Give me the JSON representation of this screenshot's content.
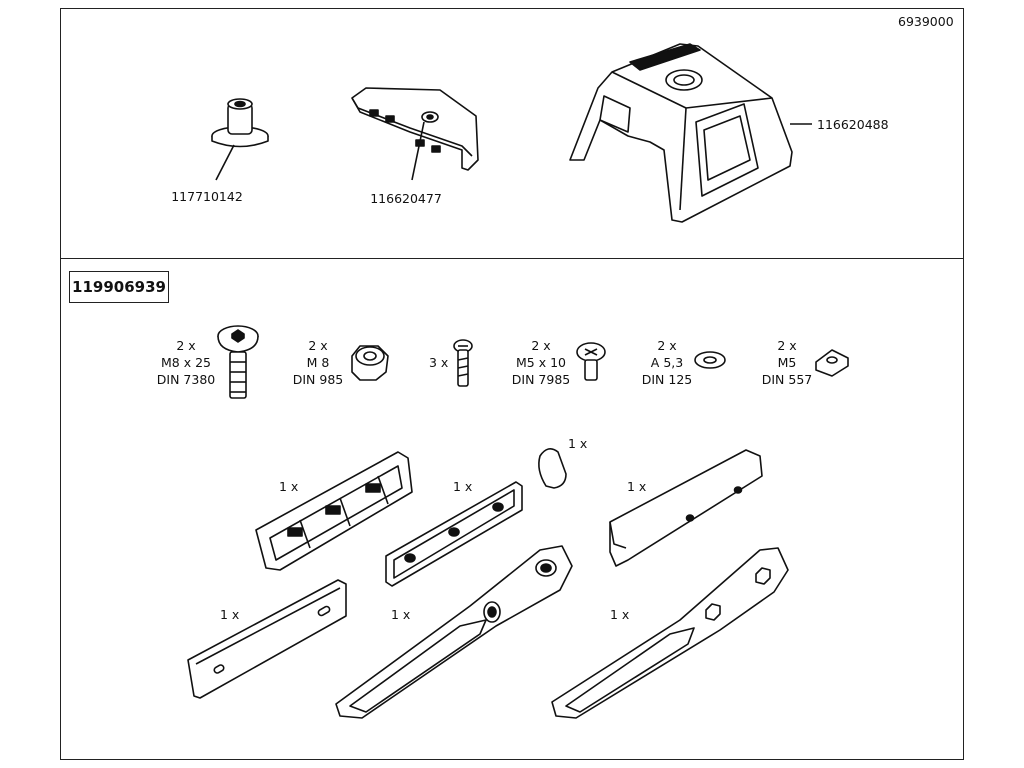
{
  "sheet_number": "6939000",
  "top_parts": [
    {
      "label": "117710142"
    },
    {
      "label": "116620477"
    },
    {
      "label": "116620488"
    }
  ],
  "kit_number": "119906939",
  "hardware": [
    {
      "qty": "2 x",
      "size": "M8 x 25",
      "std": "DIN 7380"
    },
    {
      "qty": "2 x",
      "size": "M 8",
      "std": "DIN 985"
    },
    {
      "qty": "3 x",
      "size": "",
      "std": ""
    },
    {
      "qty": "2 x",
      "size": "M5 x 10",
      "std": "DIN 7985"
    },
    {
      "qty": "2 x",
      "size": "A 5,3",
      "std": "DIN 125"
    },
    {
      "qty": "2 x",
      "size": "M5",
      "std": "DIN 557"
    }
  ],
  "component_qty": {
    "pad_ribbed": "1 x",
    "plate_three_hole": "1 x",
    "spacer_triangle": "1 x",
    "cap_two_hole": "1 x",
    "strip_slotted": "1 x",
    "arm_left": "1 x",
    "arm_right": "1 x"
  }
}
